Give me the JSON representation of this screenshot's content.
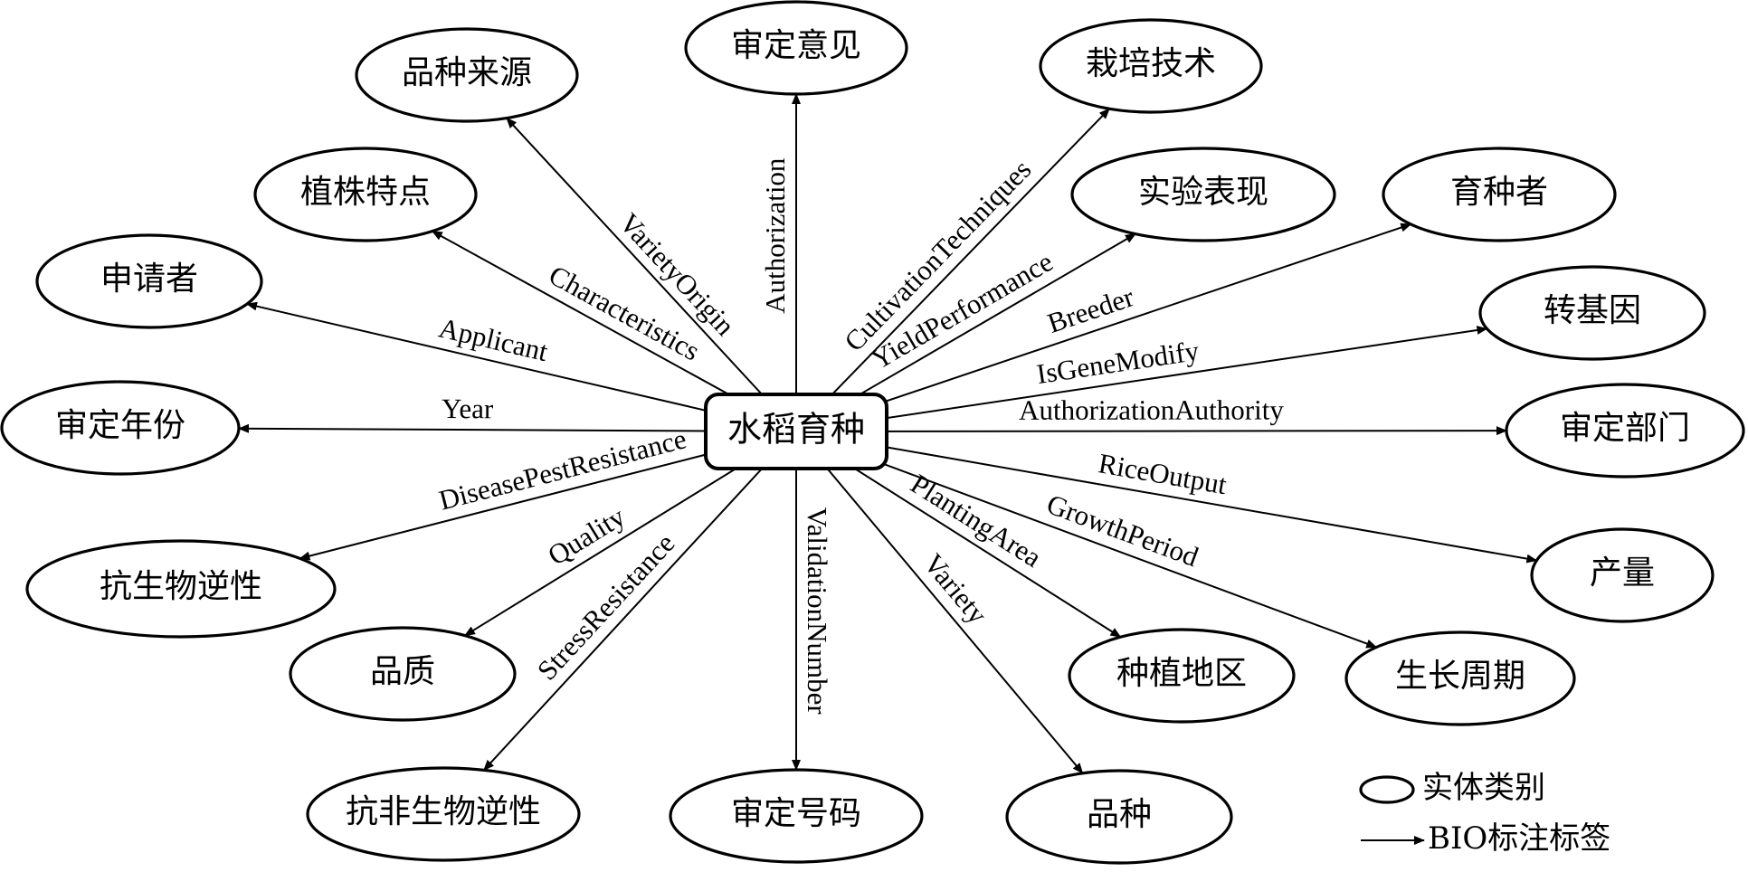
{
  "center": {
    "label": "水稻育种"
  },
  "entities": [
    {
      "id": "variety-origin",
      "label": "品种来源"
    },
    {
      "id": "approval-opinion",
      "label": "审定意见"
    },
    {
      "id": "cultivation-tech",
      "label": "栽培技术"
    },
    {
      "id": "plant-features",
      "label": "植株特点"
    },
    {
      "id": "trial-performance",
      "label": "实验表现"
    },
    {
      "id": "breeder",
      "label": "育种者"
    },
    {
      "id": "applicant",
      "label": "申请者"
    },
    {
      "id": "transgenic",
      "label": "转基因"
    },
    {
      "id": "approval-year",
      "label": "审定年份"
    },
    {
      "id": "approval-dept",
      "label": "审定部门"
    },
    {
      "id": "output",
      "label": "产量"
    },
    {
      "id": "biotic-resistance",
      "label": "抗生物逆性"
    },
    {
      "id": "growth-period",
      "label": "生长周期"
    },
    {
      "id": "quality",
      "label": "品质"
    },
    {
      "id": "planting-area",
      "label": "种植地区"
    },
    {
      "id": "abiotic-resistance",
      "label": "抗非生物逆性"
    },
    {
      "id": "approval-number",
      "label": "审定号码"
    },
    {
      "id": "variety",
      "label": "品种"
    }
  ],
  "relations": [
    {
      "target": "variety-origin",
      "label": "VarietyOrigin"
    },
    {
      "target": "approval-opinion",
      "label": "Authorization"
    },
    {
      "target": "cultivation-tech",
      "label": "CultivationTechniques"
    },
    {
      "target": "plant-features",
      "label": "Characteristics"
    },
    {
      "target": "trial-performance",
      "label": "YieldPerformance"
    },
    {
      "target": "breeder",
      "label": "Breeder"
    },
    {
      "target": "applicant",
      "label": "Applicant"
    },
    {
      "target": "transgenic",
      "label": "IsGeneModify"
    },
    {
      "target": "approval-year",
      "label": "Year"
    },
    {
      "target": "approval-dept",
      "label": "AuthorizationAuthority"
    },
    {
      "target": "output",
      "label": "RiceOutput"
    },
    {
      "target": "biotic-resistance",
      "label": "DiseasePestResistance"
    },
    {
      "target": "growth-period",
      "label": "GrowthPeriod"
    },
    {
      "target": "quality",
      "label": "Quality"
    },
    {
      "target": "planting-area",
      "label": "PlantingArea"
    },
    {
      "target": "abiotic-resistance",
      "label": "StressResistance"
    },
    {
      "target": "approval-number",
      "label": "ValidationNumber"
    },
    {
      "target": "variety",
      "label": "Variety"
    }
  ],
  "legend": {
    "entity_label": "实体类别",
    "relation_label": "BIO标注标签"
  }
}
